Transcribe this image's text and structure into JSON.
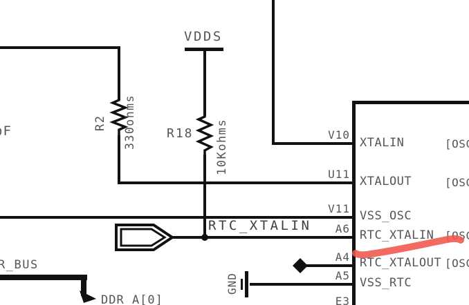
{
  "colors": {
    "wire": "#111111",
    "text": "#565656",
    "text_dark": "#3e3e3e",
    "marker_red": "#f0554b"
  },
  "power_label": "VDDS",
  "capacitor_value_partial": "oF",
  "resistors": [
    {
      "ref": "R2",
      "value": "330ohms"
    },
    {
      "ref": "R18",
      "value": "10Kohms"
    }
  ],
  "net_label": "RTC_XTALIN",
  "ground_label": "GND",
  "bus": {
    "label": "R_BUS",
    "net_name": "DDR_A[0]"
  },
  "ic": {
    "pins": [
      {
        "number": "V10",
        "name": "XTALIN",
        "tag": "[OSC"
      },
      {
        "number": "U11",
        "name": "XTALOUT",
        "tag": "[OSC"
      },
      {
        "number": "V11",
        "name": "VSS_OSC",
        "tag": ""
      },
      {
        "number": "A6",
        "name": "RTC_XTALIN",
        "tag": "[OSC"
      },
      {
        "number": "A4",
        "name": "RTC_XTALOUT",
        "tag": "[OSC"
      },
      {
        "number": "A5",
        "name": "VSS_RTC",
        "tag": ""
      },
      {
        "number": "E3",
        "name": "",
        "tag": ""
      }
    ]
  },
  "annotation": {
    "type": "red-marker-underline",
    "target": "RTC_XTALIN"
  }
}
